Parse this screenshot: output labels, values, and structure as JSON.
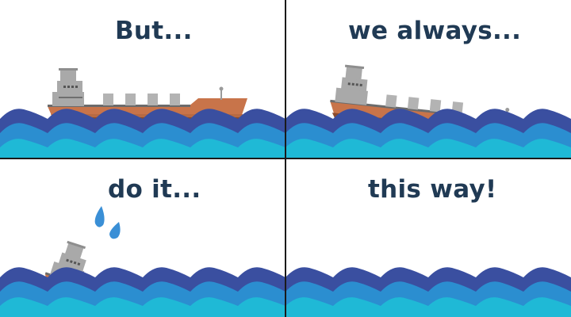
{
  "panels": [
    {
      "caption": "But..."
    },
    {
      "caption": "we always..."
    },
    {
      "caption": "do it..."
    },
    {
      "caption": "this way!"
    }
  ],
  "icons": [
    "cargo-ship-icon",
    "water-drop-icon",
    "wave-icon"
  ],
  "colors": {
    "text": "#203a54",
    "wave_dark": "#3a4fa0",
    "wave_mid": "#2b8ed0",
    "wave_light": "#1fb9d6",
    "hull": "#c8744a",
    "hull_dark": "#8a4a2c",
    "superstructure": "#a9a9a9",
    "divider": "#1a1a1a"
  }
}
